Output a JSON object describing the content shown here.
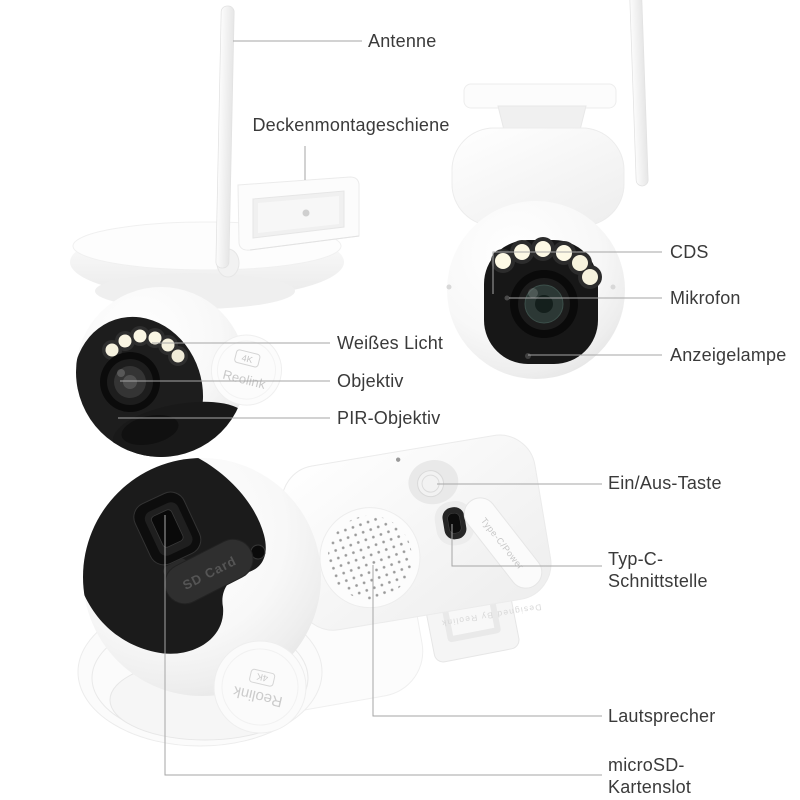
{
  "callouts": {
    "antenne": "Antenne",
    "deckenmontageschiene": "Deckenmontageschiene",
    "weisses_licht": "Weißes Licht",
    "objektiv": "Objektiv",
    "pir_objektiv": "PIR-Objektiv",
    "cds": "CDS",
    "mikrofon": "Mikrofon",
    "anzeigelampe": "Anzeigelampe",
    "ein_aus_taste": "Ein/Aus-Taste",
    "typ_c_line1": "Typ-C-",
    "typ_c_line2": "Schnittstelle",
    "lautsprecher": "Lautsprecher",
    "microsd_line1": "microSD-",
    "microsd_line2": "Kartenslot"
  },
  "product": {
    "brand": "Reolink",
    "badge": "4K",
    "sd_flap": "SD Card",
    "typec_flap": "Type-C/Power",
    "designed_by": "Designed By Reolink"
  },
  "colors": {
    "background": "#ffffff",
    "label_text": "#3a3a3a",
    "callout_line": "#a6a6a6",
    "camera_dark_face": "#1b1b1b",
    "led_light": "#faf6e4"
  }
}
